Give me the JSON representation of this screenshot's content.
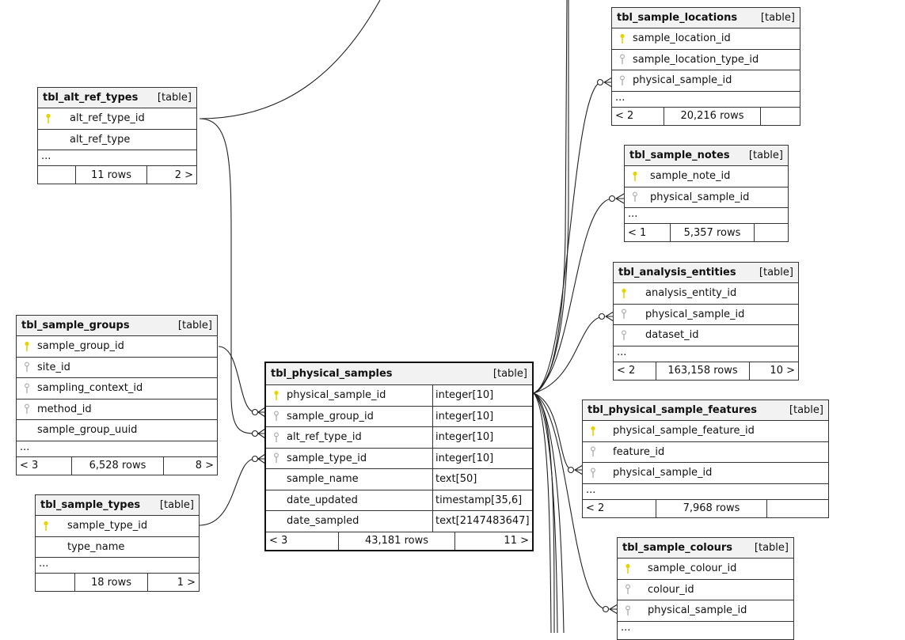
{
  "diagram": {
    "colors": {
      "primary_key": "#e6d400",
      "foreign_key": "#b0b0b0",
      "header_bg": "#f2f2f2",
      "border": "#333333"
    },
    "tables": {
      "alt_ref_types": {
        "name": "tbl_alt_ref_types",
        "kind": "[table]",
        "columns": [
          {
            "name": "alt_ref_type_id",
            "key": "primary-key-icon"
          },
          {
            "name": "alt_ref_type",
            "key": ""
          }
        ],
        "more": "...",
        "prev": "",
        "rows": "11 rows",
        "next": "2 >"
      },
      "sample_groups": {
        "name": "tbl_sample_groups",
        "kind": "[table]",
        "columns": [
          {
            "name": "sample_group_id",
            "key": "primary-key-icon"
          },
          {
            "name": "site_id",
            "key": "foreign-key-icon"
          },
          {
            "name": "sampling_context_id",
            "key": "foreign-key-icon"
          },
          {
            "name": "method_id",
            "key": "foreign-key-icon"
          },
          {
            "name": "sample_group_uuid",
            "key": ""
          }
        ],
        "more": "...",
        "prev": "< 3",
        "rows": "6,528 rows",
        "next": "8 >"
      },
      "sample_types": {
        "name": "tbl_sample_types",
        "kind": "[table]",
        "columns": [
          {
            "name": "sample_type_id",
            "key": "primary-key-icon"
          },
          {
            "name": "type_name",
            "key": ""
          }
        ],
        "more": "...",
        "prev": "",
        "rows": "18 rows",
        "next": "1 >"
      },
      "physical_samples": {
        "name": "tbl_physical_samples",
        "kind": "[table]",
        "columns": [
          {
            "name": "physical_sample_id",
            "key": "primary-key-icon",
            "type": "integer[10]"
          },
          {
            "name": "sample_group_id",
            "key": "foreign-key-icon",
            "type": "integer[10]"
          },
          {
            "name": "alt_ref_type_id",
            "key": "foreign-key-icon",
            "type": "integer[10]"
          },
          {
            "name": "sample_type_id",
            "key": "foreign-key-icon",
            "type": "integer[10]"
          },
          {
            "name": "sample_name",
            "key": "",
            "type": "text[50]"
          },
          {
            "name": "date_updated",
            "key": "",
            "type": "timestamp[35,6]"
          },
          {
            "name": "date_sampled",
            "key": "",
            "type": "text[2147483647]"
          }
        ],
        "prev": "< 3",
        "rows": "43,181 rows",
        "next": "11 >"
      },
      "sample_locations": {
        "name": "tbl_sample_locations",
        "kind": "[table]",
        "columns": [
          {
            "name": "sample_location_id",
            "key": "primary-key-icon"
          },
          {
            "name": "sample_location_type_id",
            "key": "foreign-key-icon"
          },
          {
            "name": "physical_sample_id",
            "key": "foreign-key-icon"
          }
        ],
        "more": "...",
        "prev": "< 2",
        "rows": "20,216 rows",
        "next": ""
      },
      "sample_notes": {
        "name": "tbl_sample_notes",
        "kind": "[table]",
        "columns": [
          {
            "name": "sample_note_id",
            "key": "primary-key-icon"
          },
          {
            "name": "physical_sample_id",
            "key": "foreign-key-icon"
          }
        ],
        "more": "...",
        "prev": "< 1",
        "rows": "5,357 rows",
        "next": ""
      },
      "analysis_entities": {
        "name": "tbl_analysis_entities",
        "kind": "[table]",
        "columns": [
          {
            "name": "analysis_entity_id",
            "key": "primary-key-icon"
          },
          {
            "name": "physical_sample_id",
            "key": "foreign-key-icon"
          },
          {
            "name": "dataset_id",
            "key": "foreign-key-icon"
          }
        ],
        "more": "...",
        "prev": "< 2",
        "rows": "163,158 rows",
        "next": "10 >"
      },
      "physical_sample_features": {
        "name": "tbl_physical_sample_features",
        "kind": "[table]",
        "columns": [
          {
            "name": "physical_sample_feature_id",
            "key": "primary-key-icon"
          },
          {
            "name": "feature_id",
            "key": "foreign-key-icon"
          },
          {
            "name": "physical_sample_id",
            "key": "foreign-key-icon"
          }
        ],
        "more": "...",
        "prev": "< 2",
        "rows": "7,968 rows",
        "next": ""
      },
      "sample_colours": {
        "name": "tbl_sample_colours",
        "kind": "[table]",
        "columns": [
          {
            "name": "sample_colour_id",
            "key": "primary-key-icon"
          },
          {
            "name": "colour_id",
            "key": "foreign-key-icon"
          },
          {
            "name": "physical_sample_id",
            "key": "foreign-key-icon"
          }
        ],
        "more": "..."
      }
    }
  }
}
